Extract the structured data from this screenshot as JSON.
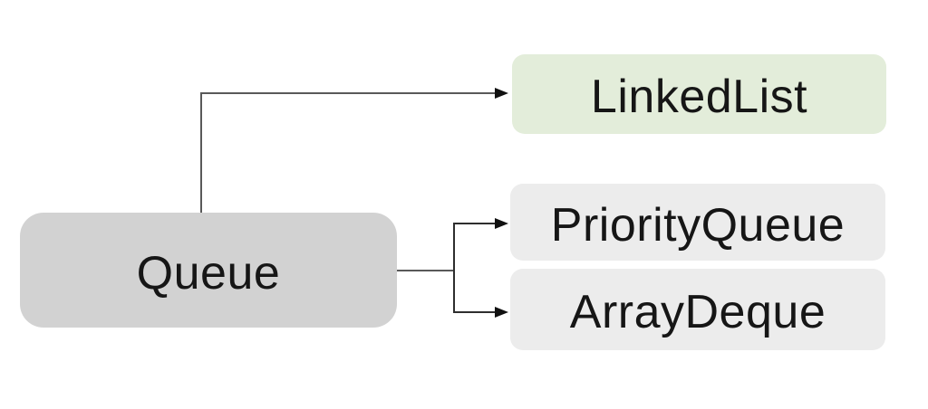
{
  "diagram": {
    "nodes": {
      "queue": {
        "label": "Queue",
        "fill": "#d2d2d2"
      },
      "linkedlist": {
        "label": "LinkedList",
        "fill": "#e3edda"
      },
      "priorityqueue": {
        "label": "PriorityQueue",
        "fill": "#ececec"
      },
      "arraydeque": {
        "label": "ArrayDeque",
        "fill": "#ececec"
      }
    },
    "edges": [
      {
        "from": "Queue",
        "to": "LinkedList"
      },
      {
        "from": "Queue",
        "to": "PriorityQueue"
      },
      {
        "from": "Queue",
        "to": "ArrayDeque"
      }
    ],
    "colors": {
      "connector": "#595959",
      "fork_connector": "#2e2e2e",
      "arrowhead": "#111111",
      "text": "#161616",
      "background": "#ffffff"
    }
  }
}
